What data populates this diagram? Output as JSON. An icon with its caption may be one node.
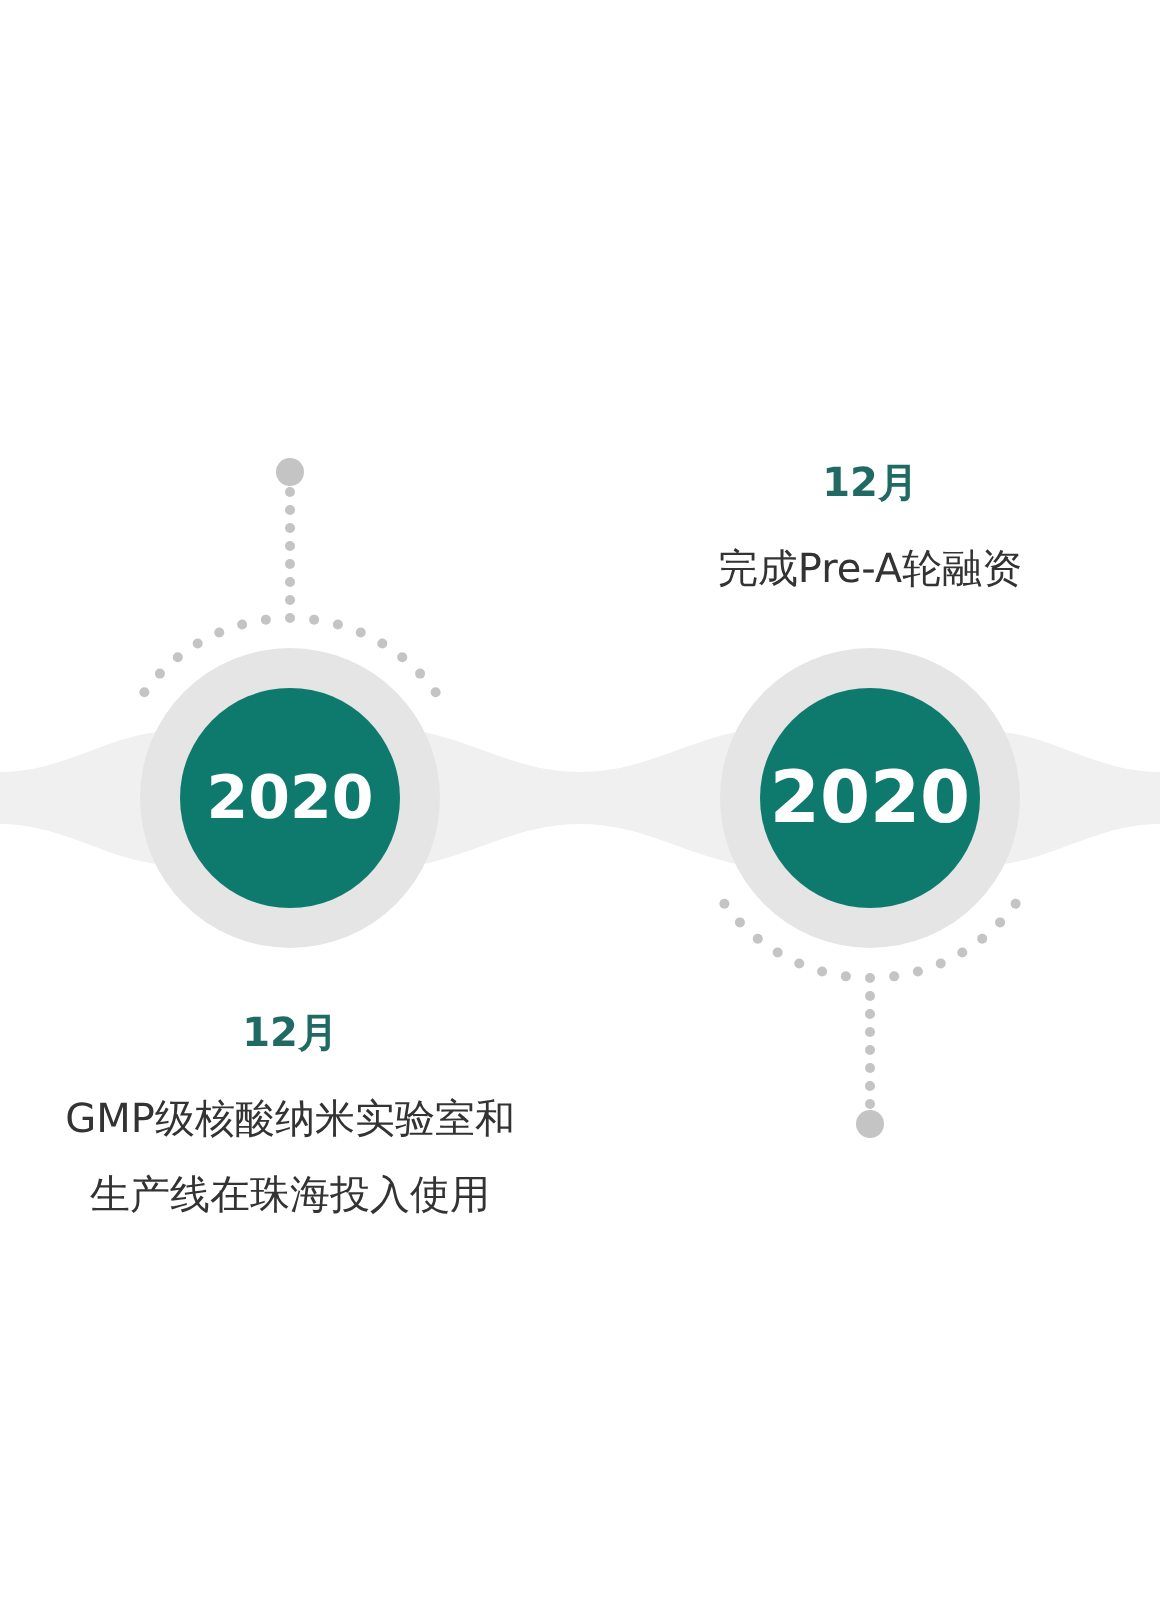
{
  "diagram": {
    "nodes": [
      {
        "text": [
          "2020"
        ],
        "beside": [
          "12月",
          "GMP级核酸纳米实验室和生产线在珠海投入使用"
        ]
      },
      {
        "text": [
          "2020"
        ],
        "beside": [
          "12月",
          "完成Pre-A轮融资"
        ]
      },
      {
        "text": [],
        "shape": "band"
      }
    ]
  }
}
